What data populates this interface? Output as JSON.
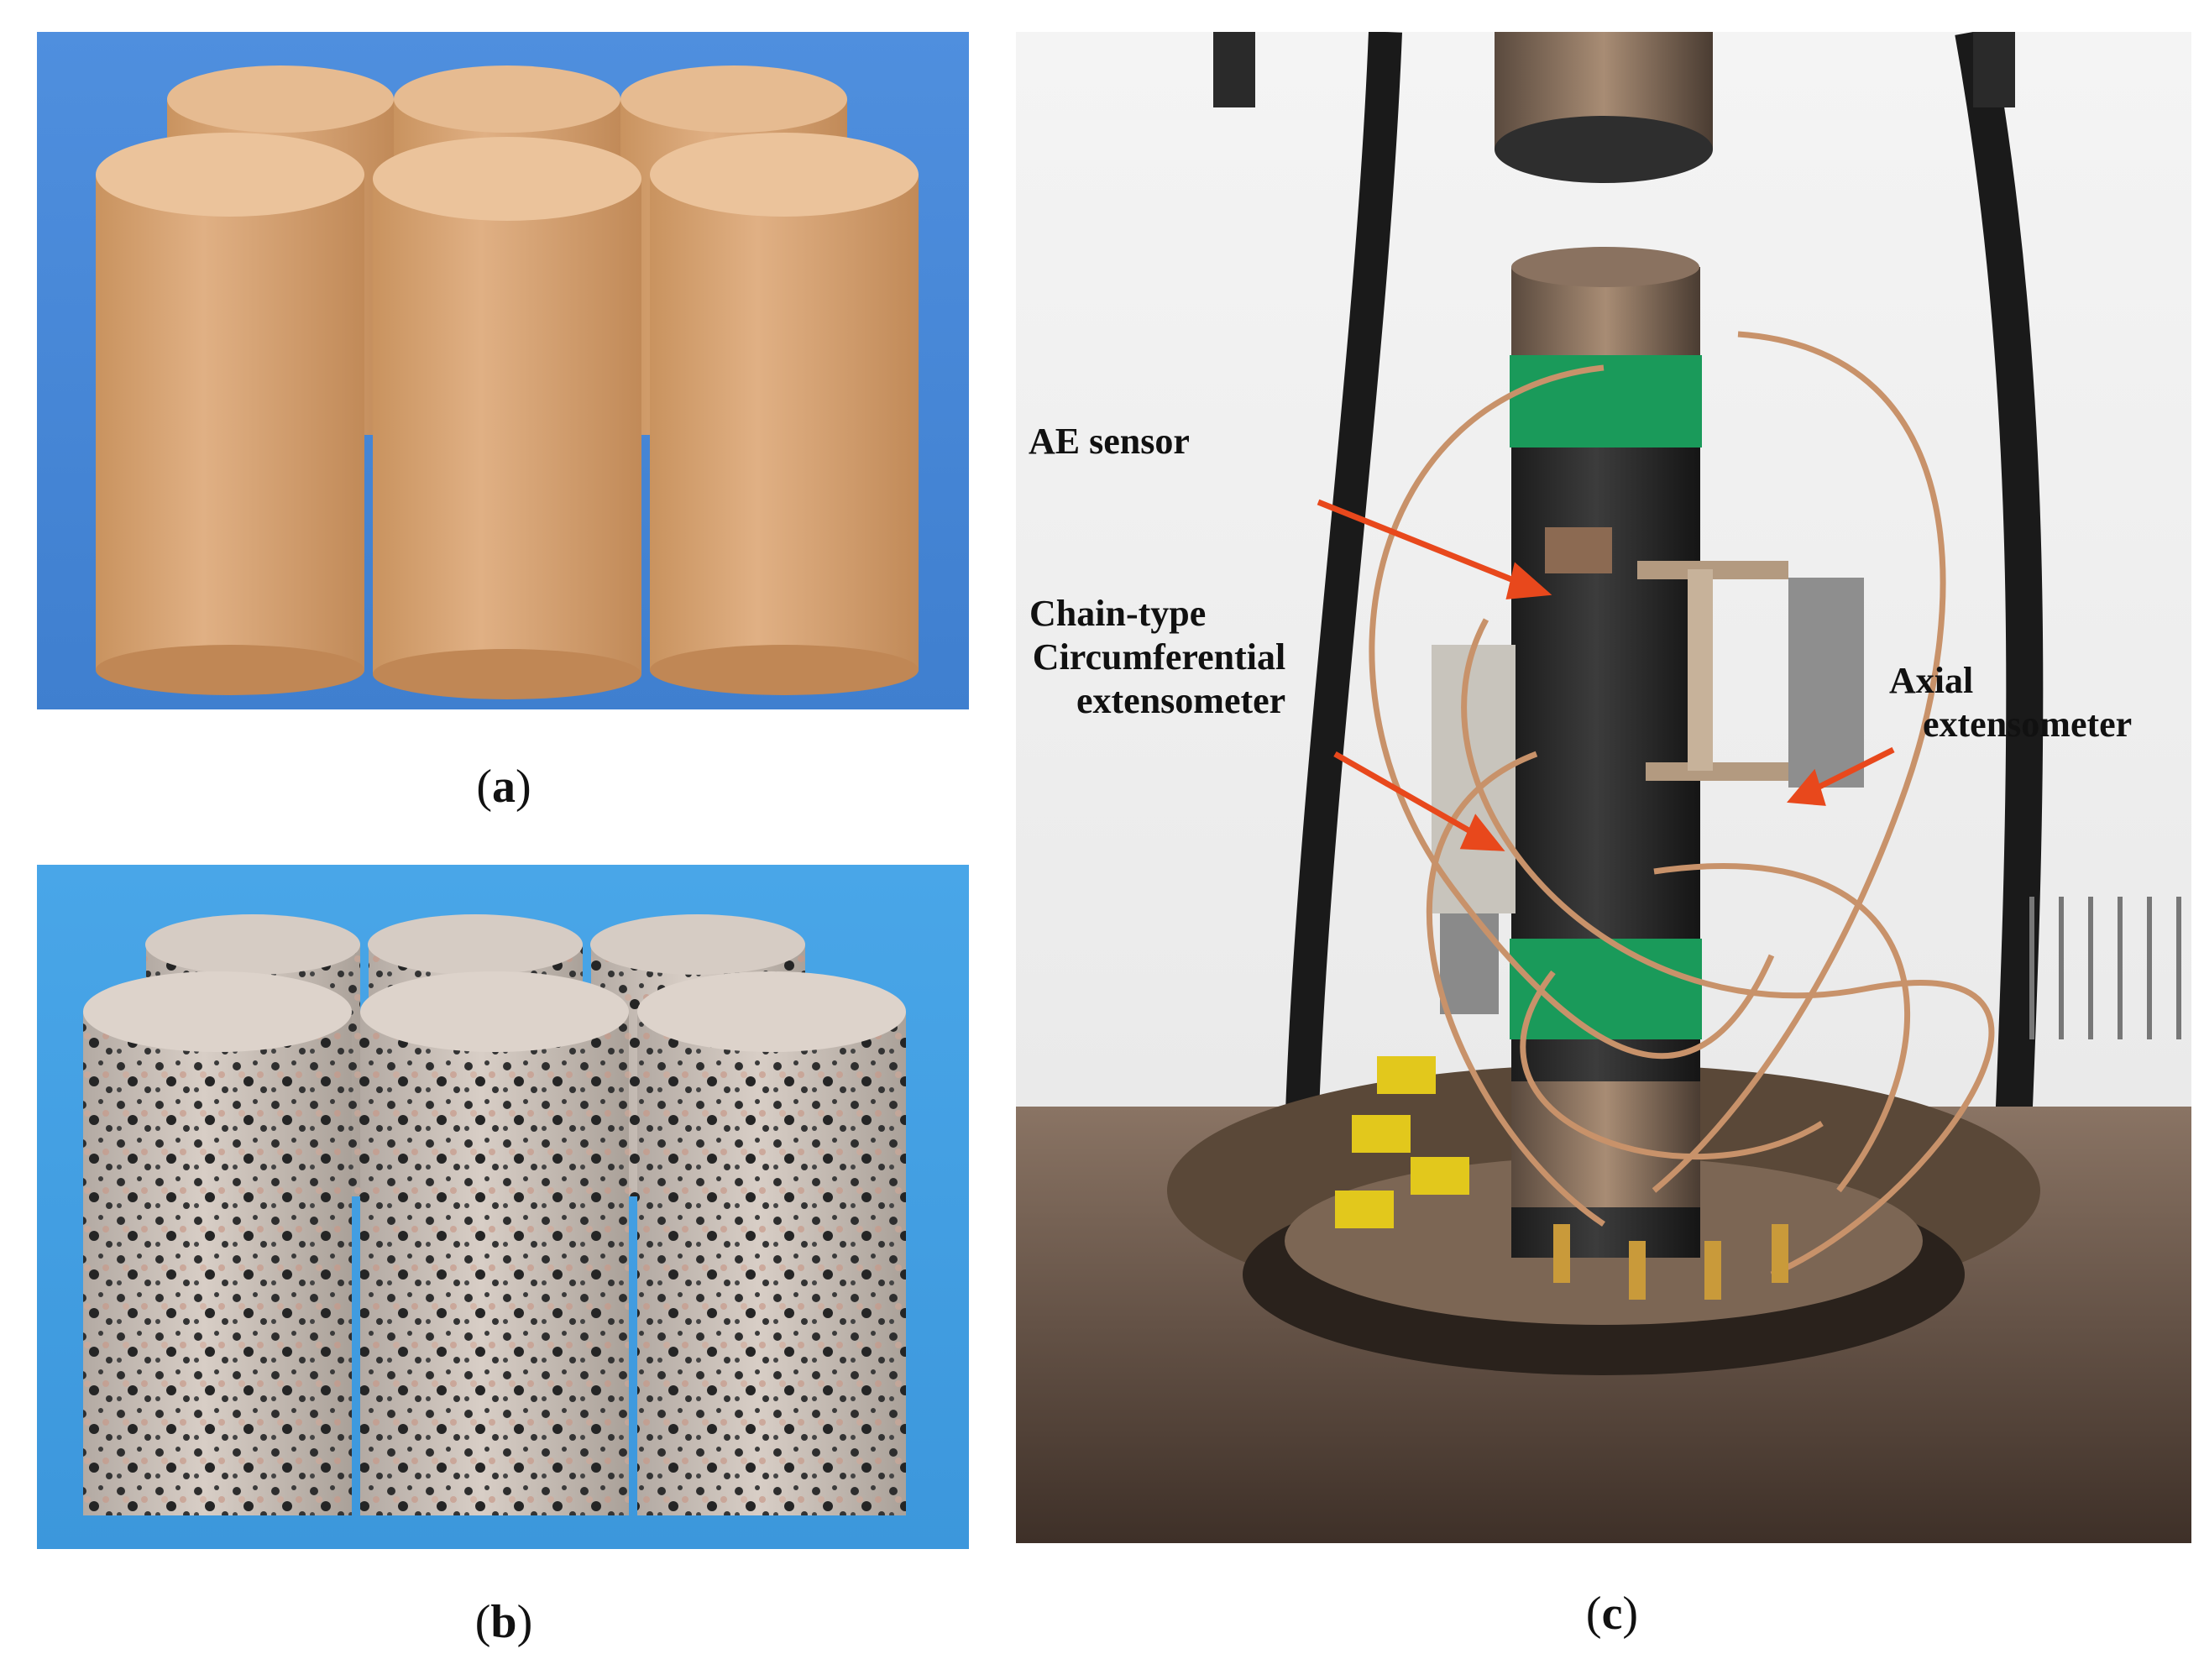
{
  "panels": {
    "a": {
      "label_open": "(",
      "label_letter": "a",
      "label_close": ")"
    },
    "b": {
      "label_open": "(",
      "label_letter": "b",
      "label_close": ")"
    },
    "c": {
      "label_open": "(",
      "label_letter": "c",
      "label_close": ")"
    }
  },
  "annotations": {
    "ae_sensor": "AE sensor",
    "chain_line1": "Chain-type",
    "chain_line2": "Circumferential",
    "chain_line3": "extensometer",
    "axial_line1": "Axial",
    "axial_line2": "extensometer"
  },
  "colors": {
    "background_blue": "#4a88d6",
    "sandstone": "#d9a878",
    "granite": "#c9c0b8",
    "arrow": "#e8481c",
    "tape_green": "#1a9a5a"
  }
}
